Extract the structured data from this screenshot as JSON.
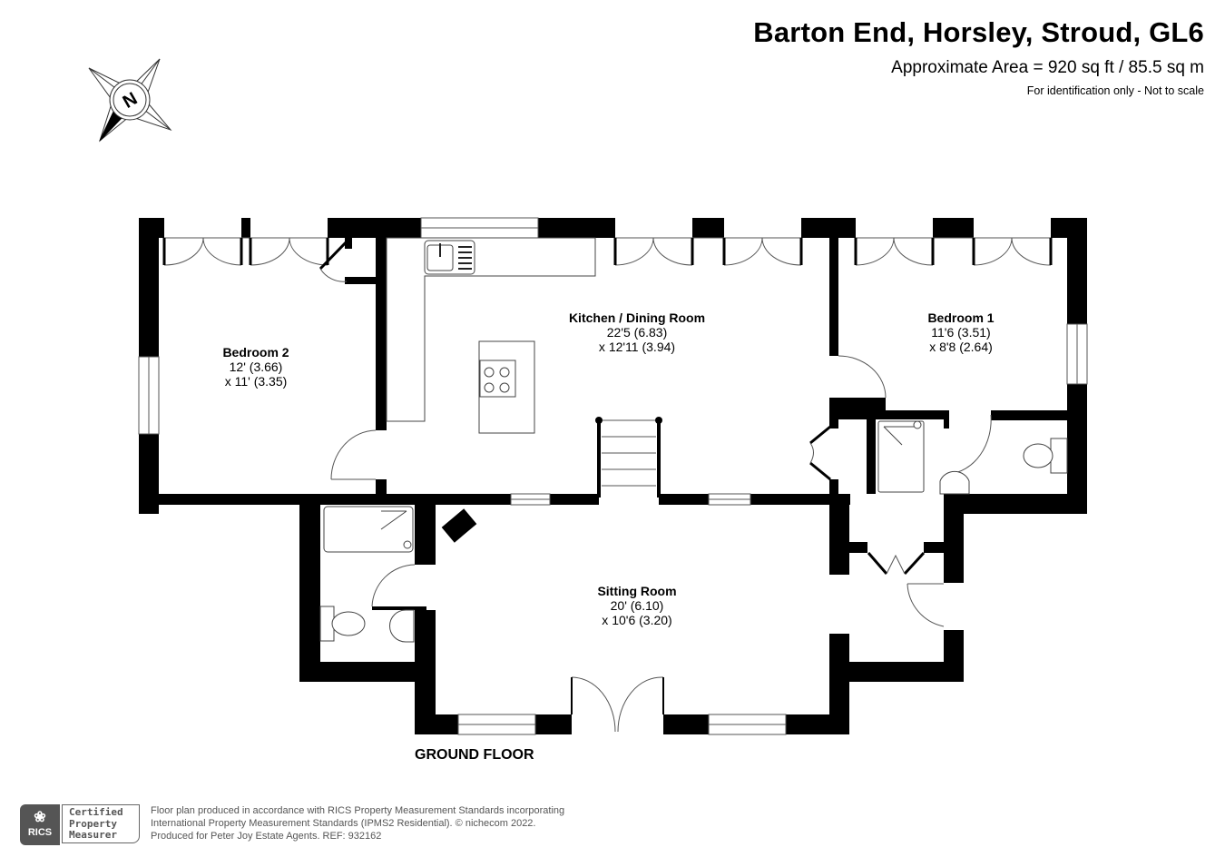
{
  "header": {
    "title": "Barton End, Horsley, Stroud, GL6",
    "area": "Approximate Area = 920 sq ft / 85.5 sq m",
    "note": "For identification only - Not to scale"
  },
  "compass": {
    "icon": "compass-north-icon",
    "label": "N"
  },
  "rooms": [
    {
      "name": "Bedroom 2",
      "dim1": "12' (3.66)",
      "dim2": "x 11' (3.35)"
    },
    {
      "name": "Kitchen / Dining Room",
      "dim1": "22'5 (6.83)",
      "dim2": "x 12'11 (3.94)"
    },
    {
      "name": "Bedroom 1",
      "dim1": "11'6 (3.51)",
      "dim2": "x 8'8 (2.64)"
    },
    {
      "name": "Sitting Room",
      "dim1": "20' (6.10)",
      "dim2": "x 10'6 (3.20)"
    }
  ],
  "floor_label": "GROUND FLOOR",
  "footer": {
    "badge": {
      "logo_text": "RICS",
      "line1": "Certified",
      "line2": "Property",
      "line3": "Measurer"
    },
    "line1": "Floor plan produced in accordance with RICS Property Measurement Standards incorporating",
    "line2": "International Property Measurement Standards (IPMS2 Residential).   © nichecom 2022.",
    "line3": "Produced for Peter Joy Estate Agents.   REF:  932162"
  },
  "colors": {
    "wall": "#000000",
    "line": "#555555",
    "footer_text": "#555555",
    "badge_dark": "#555555"
  }
}
